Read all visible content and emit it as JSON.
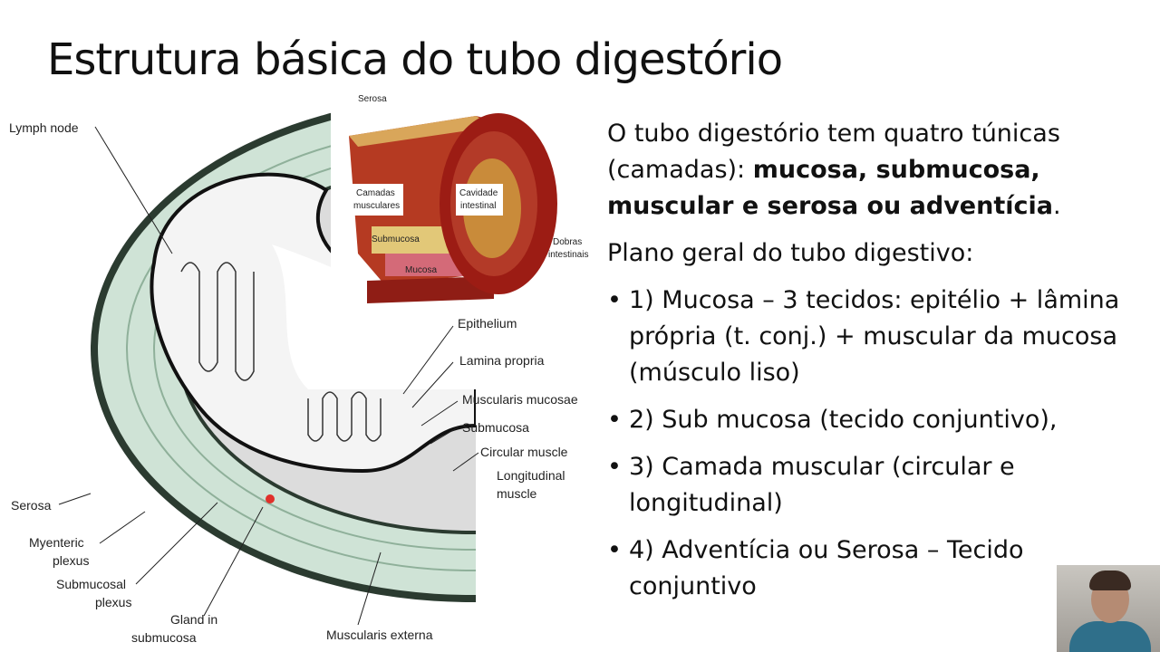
{
  "slide": {
    "title": "Estrutura básica do tubo digestório",
    "intro_plain": "O tubo digestório tem quatro túnicas (camadas): ",
    "intro_bold": "mucosa, submucosa, muscular e serosa ou adventícia",
    "intro_end": ".",
    "subtitle": "Plano geral do tubo digestivo:",
    "bullets": [
      "1) Mucosa – 3 tecidos: epitélio + lâmina própria (t. conj.) + muscular da mucosa (músculo liso)",
      "2) Sub mucosa (tecido conjuntivo),",
      "3) Camada muscular (circular e longitudinal)",
      "4) Adventícia ou Serosa – Tecido conjuntivo"
    ]
  },
  "diagram_labels": {
    "lymph_node": "Lymph node",
    "epithelium": "Epithelium",
    "lamina_propria": "Lamina propria",
    "muscularis_mucosae": "Muscularis mucosae",
    "submucosa": "Submucosa",
    "circular_muscle": "Circular muscle",
    "longitudinal_muscle_1": "Longitudinal",
    "longitudinal_muscle_2": "muscle",
    "serosa": "Serosa",
    "myenteric_1": "Myenteric",
    "myenteric_2": "plexus",
    "submucosal_1": "Submucosal",
    "submucosal_2": "plexus",
    "gland_1": "Gland in",
    "gland_2": "submucosa",
    "muscularis_externa": "Muscularis externa"
  },
  "photo_labels": {
    "serosa": "Serosa",
    "camadas_1": "Camadas",
    "camadas_2": "musculares",
    "cavidade_1": "Cavidade",
    "cavidade_2": "intestinal",
    "submucosa": "Submucosa",
    "mucosa": "Mucosa",
    "dobras_1": "Dobras",
    "dobras_2": "intestinais"
  },
  "colors": {
    "serosa_green": "#cfe3d6",
    "submucosa_gray": "#d8d8d8",
    "tissue_red": "#a8231c"
  }
}
